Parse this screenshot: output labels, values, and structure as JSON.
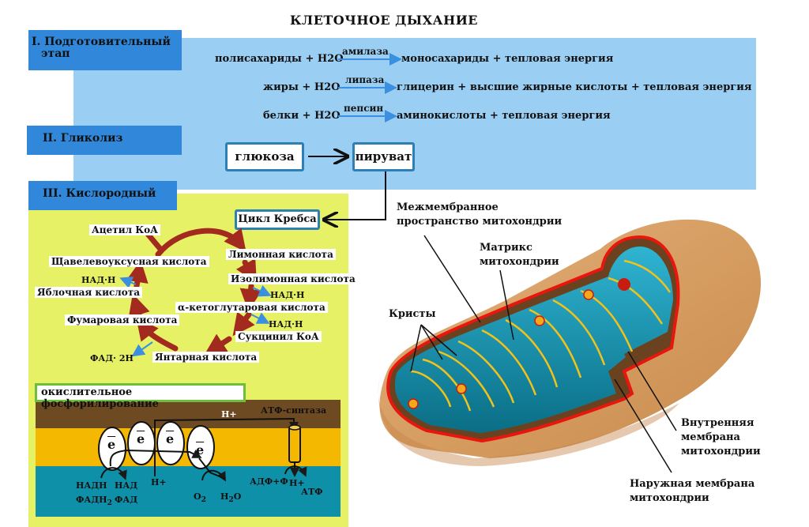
{
  "title": "КЛЕТОЧНОЕ ДЫХАНИЕ",
  "stages": [
    {
      "label_line1": "I. Подготовительный",
      "label_line2": "этап"
    },
    {
      "label": "II. Гликолиз"
    },
    {
      "label": "III. Кислородный"
    }
  ],
  "preparatory_reactions": [
    {
      "reactants": "полисахариды + H2O",
      "enzyme": "амилаза",
      "products": "моносахариды + тепловая энергия"
    },
    {
      "reactants": "жиры + H2O",
      "enzyme": "липаза",
      "products": "глицерин + высшие жирные кислоты + тепловая энергия"
    },
    {
      "reactants": "белки + H2O",
      "enzyme": "пепсин",
      "products": "аминокислоты + тепловая энергия"
    }
  ],
  "glycolysis": {
    "from": "глюкоза",
    "to": "пируват"
  },
  "krebs": {
    "title": "Цикл Кребса",
    "intermediates": {
      "acetyl_coa": "Ацетил КоА",
      "citric": "Лимонная кислота",
      "isocitric": "Изолимонная кислота",
      "alpha_kg": "α-кетоглутаровая кислота",
      "succinyl_coa": "Сукцинил КоА",
      "succinic": "Янтарная кислота",
      "fumaric": "Фумаровая кислота",
      "malic": "Яблочная кислота",
      "oxaloacetic": "Щавелевоуксусная кислота"
    },
    "byproducts": {
      "nadh_1": "НАД·Н",
      "nadh_2": "НАД·Н",
      "nadh_3": "НАД·Н",
      "fadh2": "ФАД· 2Н"
    }
  },
  "oxidative_phosphorylation": {
    "title": "окислительное фосфорилирование",
    "electron": "e",
    "h_plus_top": "H+",
    "h_plus_bottom": "H+",
    "atp_synthase": "АТФ-синтаза",
    "nadh": "НАДН",
    "nad": "НАД",
    "fadh2": "ФАДН",
    "fadh2_sub": "2",
    "fad": "ФАД",
    "o2": "O",
    "o2_sub": "2",
    "h2o_h": "H",
    "h2o_sub": "2",
    "h2o_o": "O",
    "adp": "АДФ+Ф",
    "h_plus_synth": "H+",
    "atp": "АТФ"
  },
  "mitochondrion_labels": {
    "intermembrane_line1": "Межмембранное",
    "intermembrane_line2": "пространство митохондрии",
    "matrix_line1": "Матрикс",
    "matrix_line2": "митохондрии",
    "cristae": "Кристы",
    "inner_line1": "Внутренняя",
    "inner_line2": "мембрана",
    "inner_line3": "митохондрии",
    "outer_line1": "Наружная мембрана",
    "outer_line2": "митохондрии"
  },
  "colors": {
    "stage_blue": "#3187d9",
    "panel_light_blue": "#9acff3",
    "panel_yellow": "#e6f165",
    "cycle_arrow": "#a32a1e",
    "byproduct_arrow": "#3a8fe0",
    "membrane_brown": "#6e4a22",
    "membrane_orange": "#f4b800",
    "matrix_teal": "#0e90a8",
    "outer_membrane_tan": "#d69d62",
    "membrane_red": "#e8160c",
    "crista_yellow": "#f1c21b"
  }
}
